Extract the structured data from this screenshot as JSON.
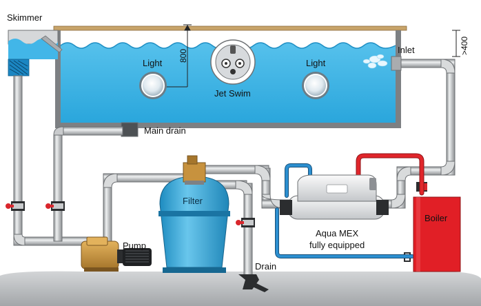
{
  "labels": {
    "skimmer": "Skimmer",
    "inlet": "Inlet",
    "light_left": "Light",
    "light_right": "Light",
    "jet_swim": "Jet Swim",
    "depth": "800",
    "clearance": ">400",
    "main_drain": "Main drain",
    "filter": "Filter",
    "pump": "Pump",
    "aqua_line1": "Aqua MEX",
    "aqua_line2": "fully equipped",
    "boiler": "Boiler",
    "drain": "Drain"
  },
  "colors": {
    "water": "#3ab4e6",
    "water_light": "#7fd3f5",
    "pipe": "#c9cbcd",
    "pipe_edge": "#6d7073",
    "hot_pipe": "#e0262b",
    "cold_pipe": "#2c8fd0",
    "boiler": "#e11f26",
    "filter": "#3aa8d8",
    "pump": "#c7923e",
    "ground": "#b9bbbd",
    "valve": "#d9262c",
    "deck": "#c8a46a"
  }
}
